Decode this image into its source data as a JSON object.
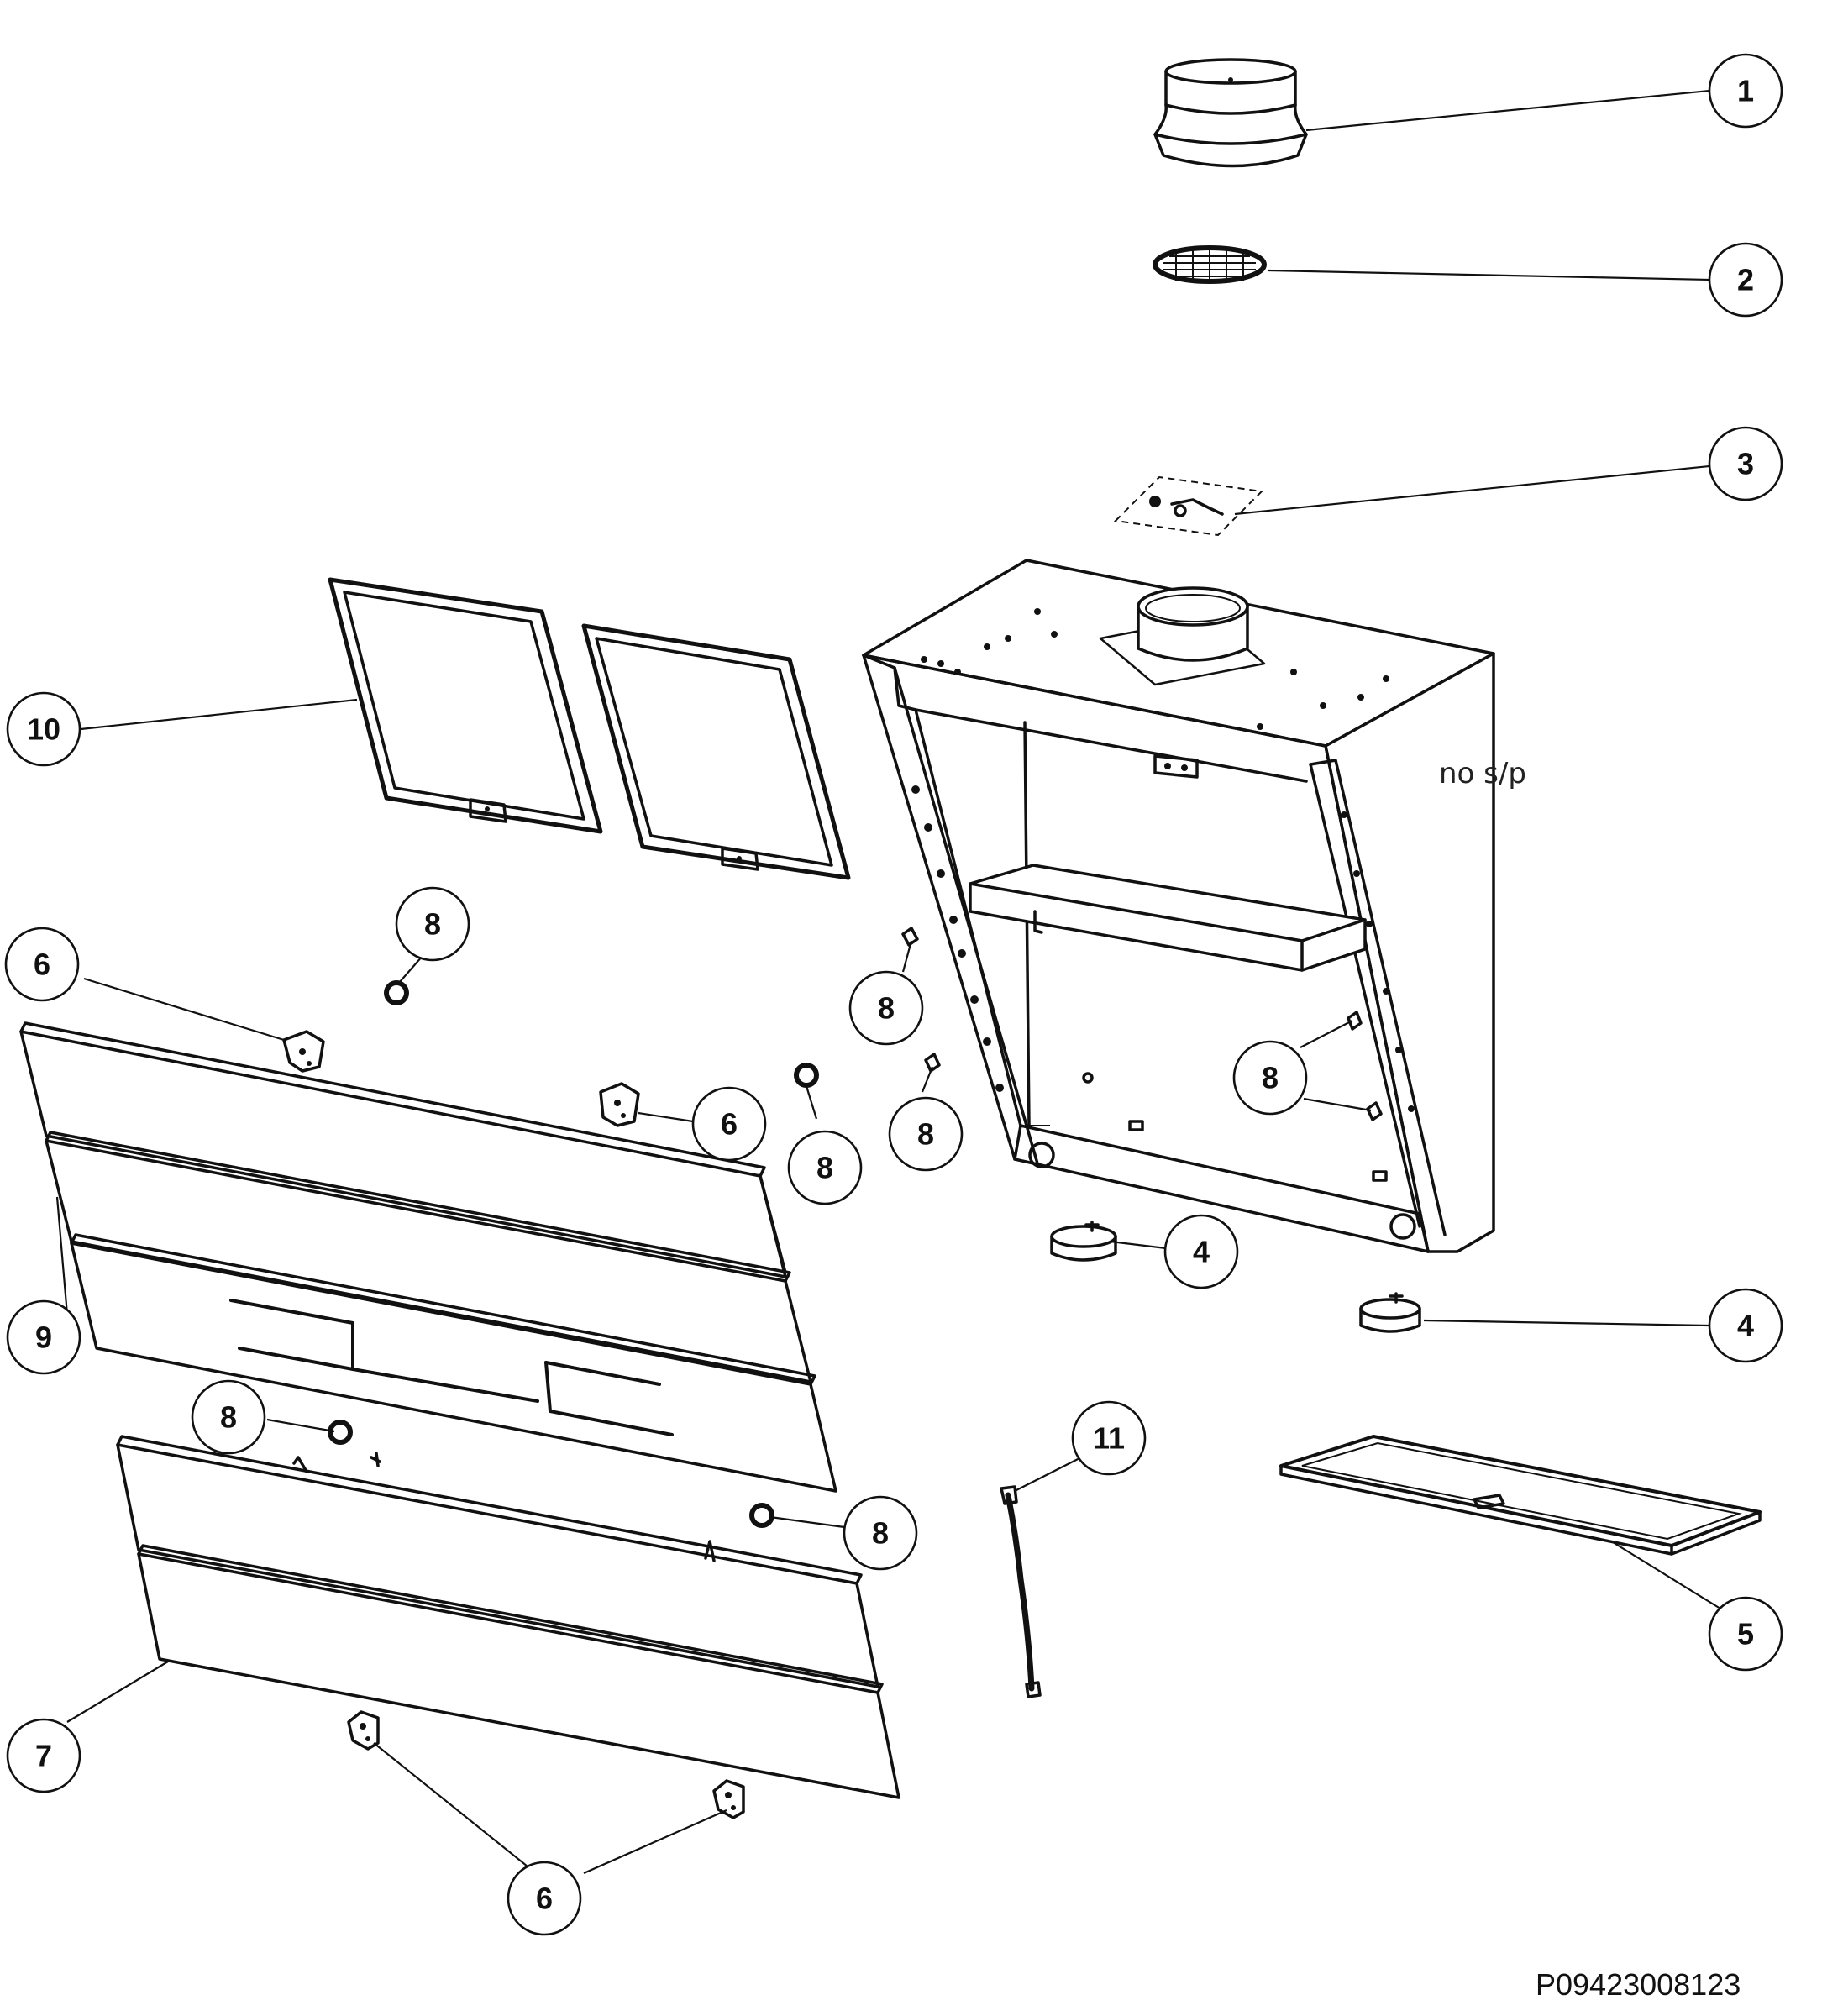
{
  "callouts": [
    {
      "id": "1",
      "label": "1"
    },
    {
      "id": "2",
      "label": "2"
    },
    {
      "id": "3",
      "label": "3"
    },
    {
      "id": "4a",
      "label": "4"
    },
    {
      "id": "4b",
      "label": "4"
    },
    {
      "id": "5",
      "label": "5"
    },
    {
      "id": "6a",
      "label": "6"
    },
    {
      "id": "6b",
      "label": "6"
    },
    {
      "id": "6c",
      "label": "6"
    },
    {
      "id": "7",
      "label": "7"
    },
    {
      "id": "8a",
      "label": "8"
    },
    {
      "id": "8b",
      "label": "8"
    },
    {
      "id": "8c",
      "label": "8"
    },
    {
      "id": "8d",
      "label": "8"
    },
    {
      "id": "8e",
      "label": "8"
    },
    {
      "id": "8f",
      "label": "8"
    },
    {
      "id": "8g",
      "label": "8"
    },
    {
      "id": "9",
      "label": "9"
    },
    {
      "id": "10",
      "label": "10"
    },
    {
      "id": "11",
      "label": "11"
    }
  ],
  "note": "no s/p",
  "document_id": "P09423008123"
}
